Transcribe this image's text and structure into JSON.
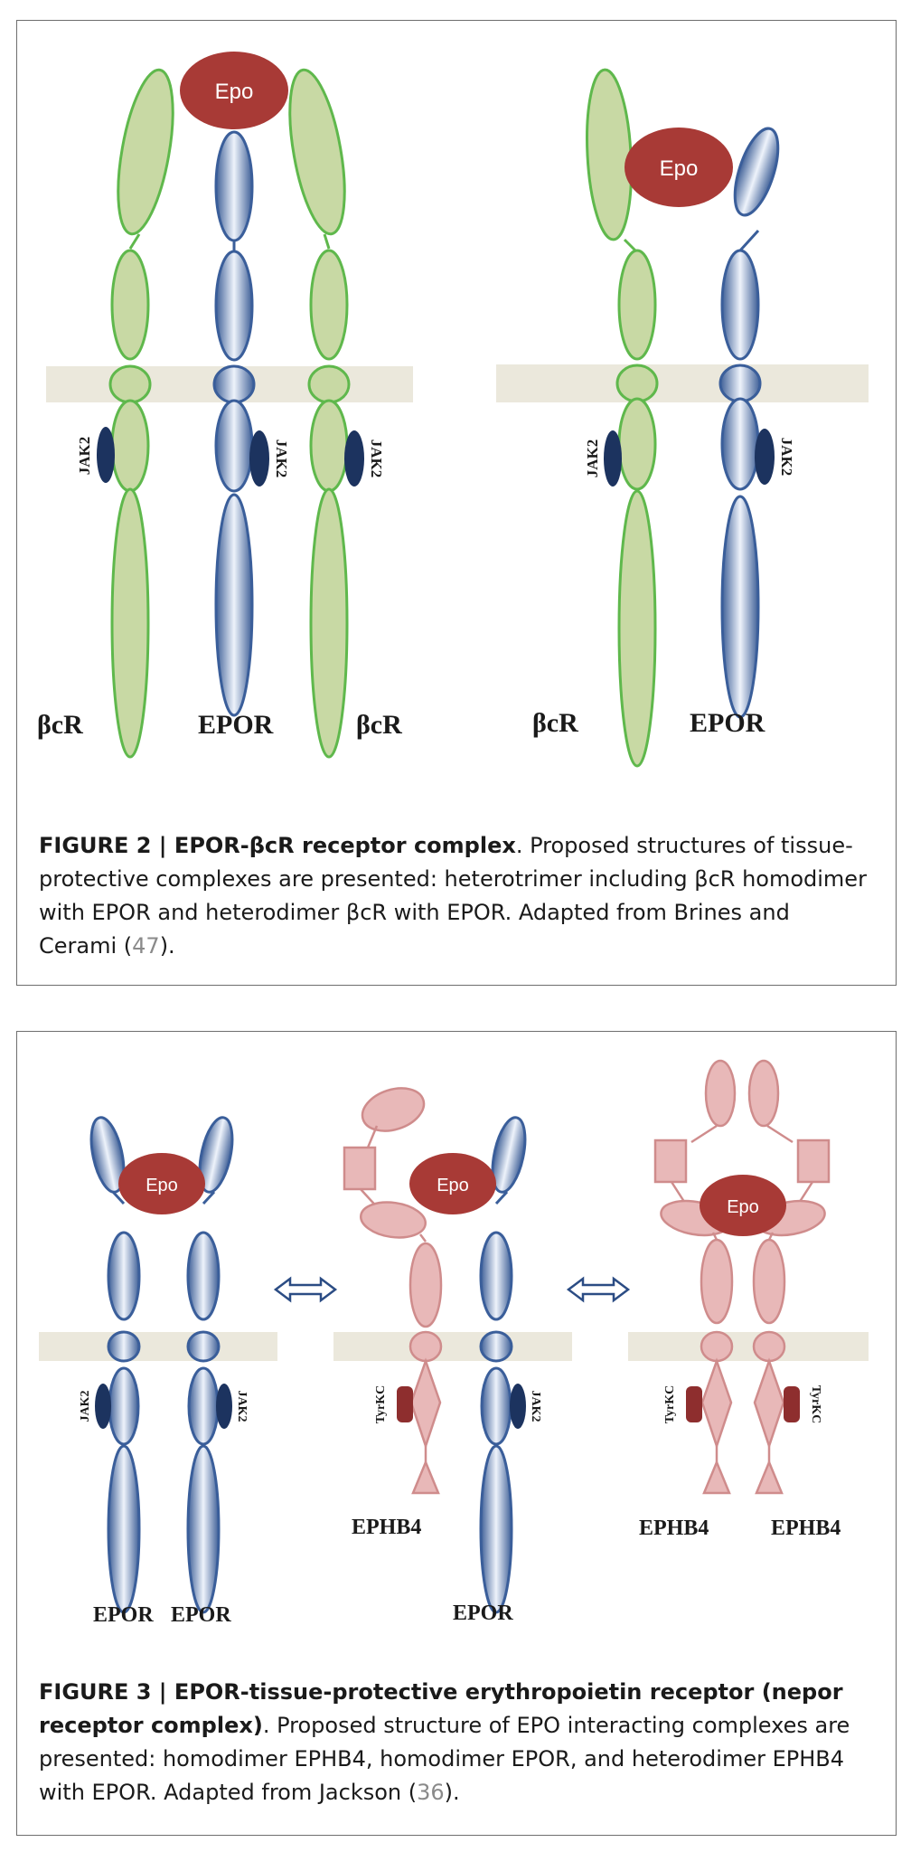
{
  "figure2": {
    "labels": {
      "epo": "Epo",
      "jak2": "JAK2",
      "bcr": "βcR",
      "epor": "EPOR"
    },
    "caption": {
      "title": "FIGURE 2 | EPOR-βcR receptor complex",
      "body": ". Proposed structures of tissue-protective complexes are presented: heterotrimer including βcR homodimer with EPOR and heterodimer βcR with EPOR. Adapted from Brines and Cerami (",
      "ref": "47",
      "end": ")."
    }
  },
  "figure3": {
    "labels": {
      "epo": "Epo",
      "jak2": "JAK2",
      "tyrkc": "TyrKC",
      "epor": "EPOR",
      "ephb4": "EPHB4"
    },
    "caption": {
      "title": "FIGURE 3 | EPOR-tissue-protective erythropoietin receptor (nepor receptor complex)",
      "body": ". Proposed structure of EPO interacting complexes are presented: homodimer EPHB4, homodimer EPOR, and heterodimer EPHB4 with EPOR. Adapted from Jackson (",
      "ref": "36",
      "end": ")."
    }
  },
  "colors": {
    "green_fill": "#c8d9a4",
    "green_stroke": "#5fb84c",
    "blue_stroke": "#3a5e9a",
    "epo": "#a83a36",
    "jak2": "#1c335f",
    "pink_fill": "#e8b8b8",
    "pink_stroke": "#cf8c8c",
    "tyrkc": "#8e2e2e",
    "membrane": "#ebe8dc"
  }
}
